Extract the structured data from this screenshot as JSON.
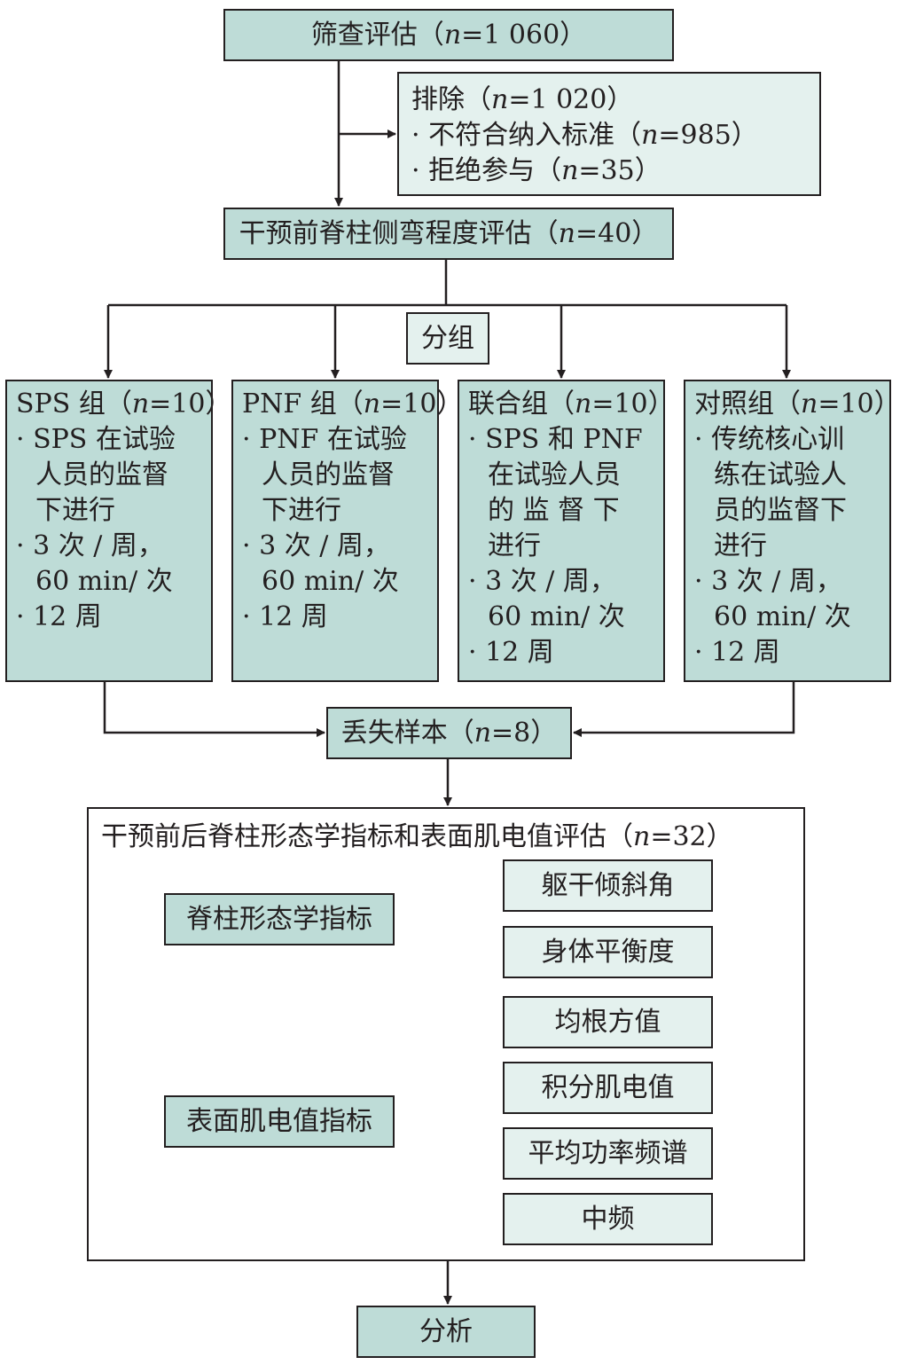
{
  "screening": {
    "label": "筛查评估（",
    "n": "n",
    "value": "=1 060）"
  },
  "exclusion": {
    "title": {
      "label": "排除（",
      "n": "n",
      "value": "=1 020）"
    },
    "items": [
      {
        "label": "· 不符合纳入标准（",
        "n": "n",
        "value": "=985）"
      },
      {
        "label": "· 拒绝参与（",
        "n": "n",
        "value": "=35）"
      }
    ]
  },
  "baseline": {
    "label": "干预前脊柱侧弯程度评估（",
    "n": "n",
    "value": "=40）"
  },
  "grouping": "分组",
  "groups": [
    {
      "title": "SPS 组（",
      "n": "n",
      "value": "=10）",
      "lines": [
        "· SPS 在试验",
        "人员的监督",
        "下进行",
        "· 3 次 / 周，",
        "60 min/ 次",
        "· 12 周"
      ]
    },
    {
      "title": "PNF 组（",
      "n": "n",
      "value": "=10）",
      "lines": [
        "· PNF 在试验",
        "人员的监督",
        "下进行",
        "· 3 次 / 周，",
        "60 min/ 次",
        "· 12 周"
      ]
    },
    {
      "title": "联合组（",
      "n": "n",
      "value": "=10）",
      "lines": [
        "· SPS  和  PNF",
        "在试验人员",
        "的 监 督 下",
        "进行",
        "· 3 次 / 周，",
        "60 min/ 次",
        "· 12 周"
      ]
    },
    {
      "title": "对照组（",
      "n": "n",
      "value": "=10）",
      "lines": [
        "· 传统核心训",
        "练在试验人",
        "员的监督下",
        "进行",
        "· 3 次 / 周，",
        "60 min/ 次",
        "· 12 周"
      ]
    }
  ],
  "loss": {
    "label": "丢失样本（",
    "n": "n",
    "value": "=8）"
  },
  "evaluation": {
    "title": {
      "label": "干预前后脊柱形态学指标和表面肌电值评估（",
      "n": "n",
      "value": "=32）"
    },
    "morphology": {
      "label": "脊柱形态学指标",
      "items": [
        "躯干倾斜角",
        "身体平衡度"
      ]
    },
    "emg": {
      "label": "表面肌电值指标",
      "items": [
        "均根方值",
        "积分肌电值",
        "平均功率频谱",
        "中频"
      ]
    }
  },
  "analysis": "分析",
  "colors": {
    "box_dark": "#bedcd7",
    "box_light": "#e4f1ee",
    "stroke": "#231f20"
  }
}
